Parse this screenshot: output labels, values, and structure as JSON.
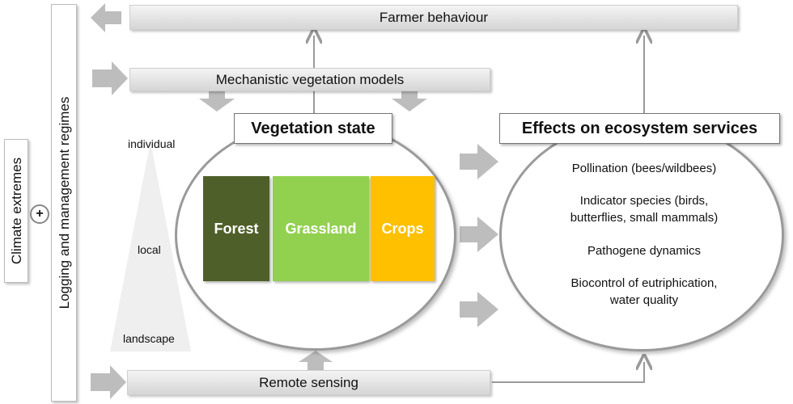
{
  "left_boxes": {
    "climate": "Climate extremes",
    "plus": "+",
    "management": "Logging and management regimes"
  },
  "bars": {
    "farmer": "Farmer behaviour",
    "models": "Mechanistic vegetation models",
    "remote": "Remote sensing"
  },
  "vegetation": {
    "title": "Vegetation state",
    "tiles": [
      {
        "label": "Forest",
        "color": "#4f5f2a"
      },
      {
        "label": "Grassland",
        "color": "#92d050"
      },
      {
        "label": "Crops",
        "color": "#ffc000"
      }
    ]
  },
  "scale": {
    "individual": "individual",
    "local": "local",
    "landscape": "landscape"
  },
  "ecosystem": {
    "title": "Effects on ecosystem services",
    "items": [
      "Pollination (bees/wildbees)",
      "Indicator species (birds, butterflies, small mammals)",
      "Pathogene dynamics",
      "Biocontrol of eutriphication, water quality"
    ]
  },
  "colors": {
    "arrow": "#bdbdbd",
    "line": "#9a9a9a"
  }
}
